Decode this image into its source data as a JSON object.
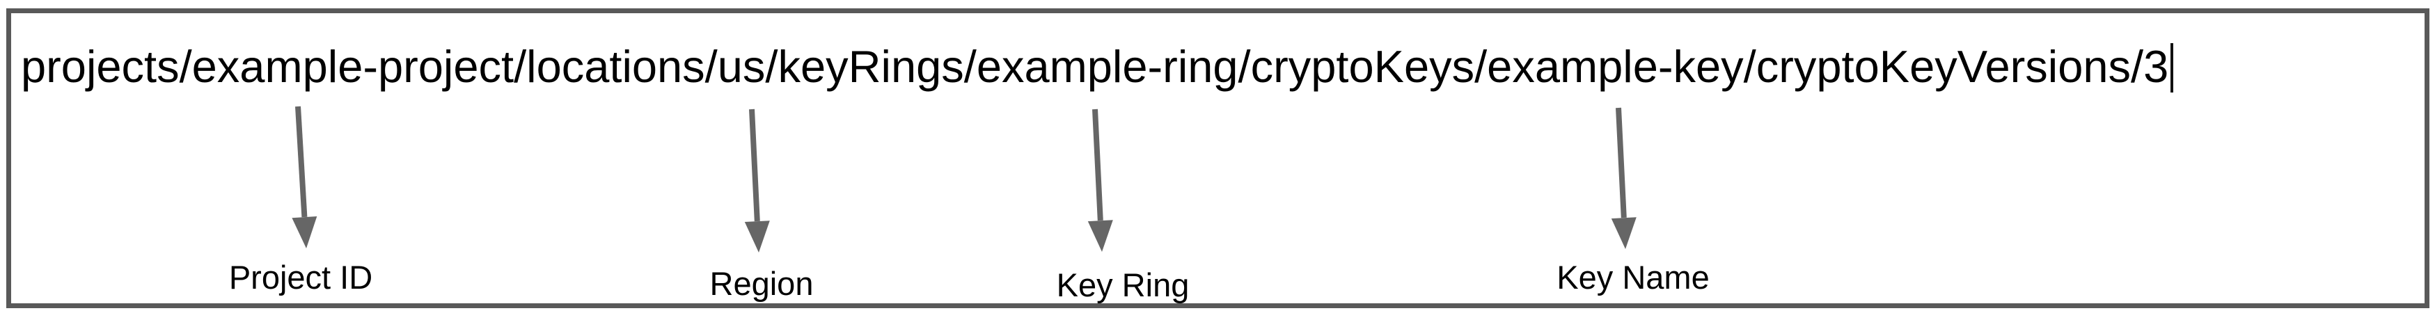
{
  "resource_path": {
    "value": "projects/example-project/locations/us/keyRings/example-ring/cryptoKeys/example-key/cryptoKeyVersions/3",
    "segments": {
      "project_id": "example-project",
      "region": "us",
      "key_ring": "example-ring",
      "key_name": "example-key",
      "version": "3"
    }
  },
  "annotations": [
    {
      "label": "Project ID",
      "points_to": "example-project"
    },
    {
      "label": "Region",
      "points_to": "us"
    },
    {
      "label": "Key Ring",
      "points_to": "example-ring"
    },
    {
      "label": "Key Name",
      "points_to": "example-key"
    }
  ],
  "colors": {
    "border": "#595959",
    "arrow": "#666666",
    "text": "#000000",
    "background": "#ffffff"
  }
}
